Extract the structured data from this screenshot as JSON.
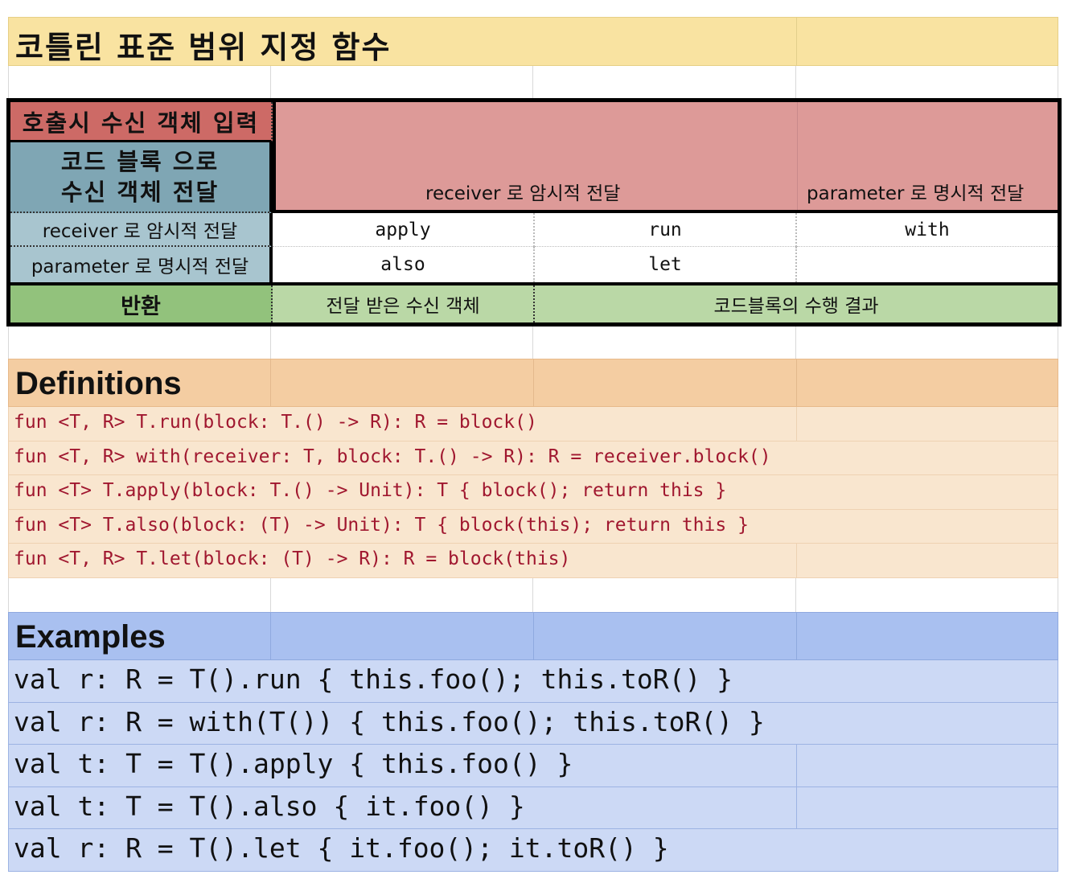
{
  "title": "코틀린 표준 범위 지정 함수",
  "matrix": {
    "receiver_input_header": "호출시 수신 객체 입력",
    "codeblock_header_line1": "코드 블록 으로",
    "codeblock_header_line2": "수신 객체 전달",
    "receiver_implicit": "receiver 로 암시적 전달",
    "parameter_explicit": "parameter 로 명시적 전달",
    "row_receiver_label": "receiver 로 암시적 전달",
    "row_parameter_label": "parameter 로 명시적 전달",
    "cells": {
      "apply": "apply",
      "run": "run",
      "with": "with",
      "also": "also",
      "let": "let"
    },
    "return_header": "반환",
    "return_receiver": "전달 받은 수신 객체",
    "return_result": "코드블록의 수행 결과"
  },
  "definitions": {
    "title": "Definitions",
    "lines": [
      "fun <T, R> T.run(block: T.() -> R): R = block()",
      "fun <T, R> with(receiver: T, block: T.() -> R): R = receiver.block()",
      "fun <T> T.apply(block: T.() -> Unit): T { block(); return this }",
      "fun <T> T.also(block: (T) -> Unit): T { block(this); return this }",
      "fun <T, R> T.let(block: (T) -> R): R = block(this)"
    ]
  },
  "examples": {
    "title": "Examples",
    "lines": [
      "val r: R = T().run { this.foo(); this.toR() }",
      "val r: R = with(T()) { this.foo(); this.toR() }",
      "val t: T = T().apply { this.foo() }",
      "val t: T = T().also { it.foo() }",
      "val r: R = T().let { it.foo(); it.toR() }"
    ]
  },
  "colors": {
    "title_bg": "#f9e3a1",
    "receiver_input_bg": "#cd6a66",
    "receiver_band_bg": "#dd9a98",
    "codeblock_bg": "#7fa6b4",
    "row_label_bg": "#a8c5cf",
    "return_header_bg": "#92c27c",
    "return_row_bg": "#bad8a6",
    "definitions_header_bg": "#f4cda2",
    "definitions_row_bg": "#f9e6cf",
    "definitions_text": "#a0172f",
    "examples_header_bg": "#a9c0f0",
    "examples_row_bg": "#ccd9f5"
  }
}
